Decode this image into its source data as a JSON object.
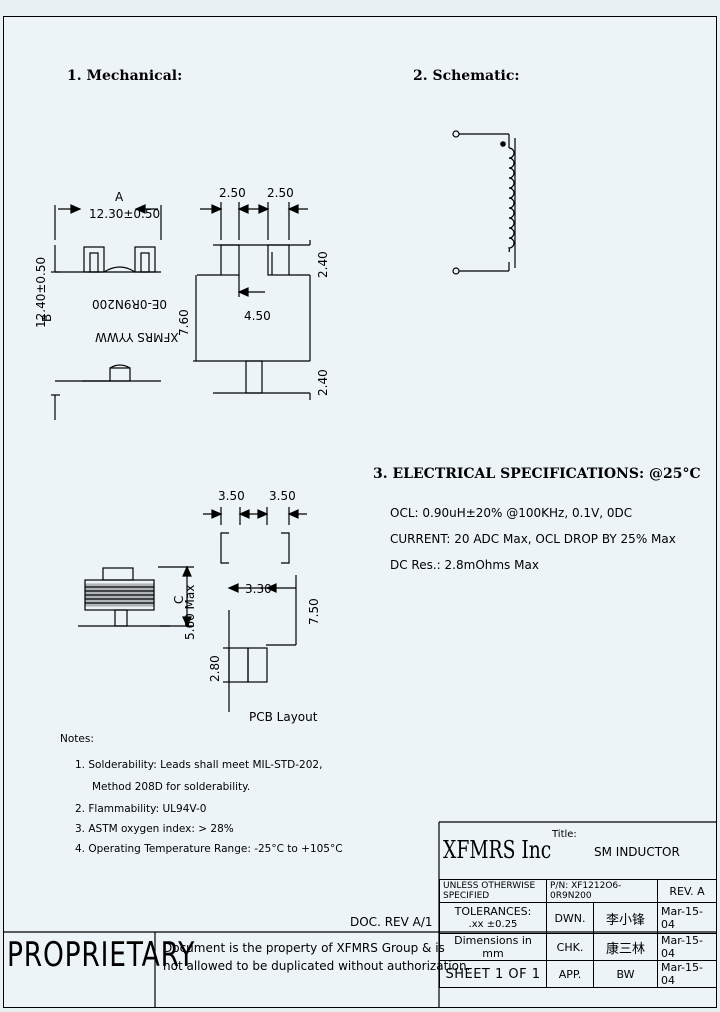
{
  "sections": {
    "mechanical": "1.  Mechanical:",
    "schematic": "2.  Schematic:",
    "electrical": "3.  ELECTRICAL SPECIFICATIONS: @25°C"
  },
  "mechanical_dims": {
    "a_label": "A",
    "a_value": "12.30±0.50",
    "b_label": "B",
    "b_value": "12.40±0.50",
    "c_label": "C",
    "c_value": "5.60 Max",
    "marking_line1": "XFMRS YYWW",
    "marking_line2": "0E-0R9N200",
    "top_left_w": "2.50",
    "top_right_w": "2.50",
    "pad_gap": "4.50",
    "height_760": "7.60",
    "upper_240": "2.40",
    "lower_240": "2.40"
  },
  "pcb": {
    "w_left": "3.50",
    "w_right": "3.50",
    "gap": "3.30",
    "height": "7.50",
    "pad_h": "2.80",
    "caption": "PCB Layout"
  },
  "electrical": {
    "ocl": "OCL: 0.90uH±20% @100KHz, 0.1V, 0DC",
    "current": "CURRENT: 20 ADC Max, OCL DROP BY 25% Max",
    "dcr": "DC Res.: 2.8mOhms Max"
  },
  "notes": {
    "title": "Notes:",
    "items": [
      "1. Solderability: Leads shall meet MIL-STD-202,",
      "Method 208D for solderability.",
      "2. Flammability: UL94V-0",
      "3. ASTM oxygen index: > 28%",
      "4. Operating Temperature Range: -25°C to +105°C"
    ]
  },
  "title_block": {
    "company": "XFMRS Inc",
    "title_label": "Title:",
    "title_value": "SM   INDUCTOR",
    "unless": "UNLESS OTHERWISE SPECIFIED",
    "pn": "P/N: XF1212O6-0R9N200",
    "rev": "REV. A",
    "tolerances": "TOLERANCES:",
    "tol_value": ".xx  ±0.25",
    "dimensions": "Dimensions in mm",
    "sheet": "SHEET  1  OF  1",
    "dwn_label": "DWN.",
    "dwn_sig": "李小锋",
    "dwn_date": "Mar-15-04",
    "chk_label": "CHK.",
    "chk_sig": "康三林",
    "chk_date": "Mar-15-04",
    "app_label": "APP.",
    "app_sig": "BW",
    "app_date": "Mar-15-04"
  },
  "doc_rev": "DOC. REV A/1",
  "proprietary": {
    "label": "PROPRIETARY",
    "line1": "Document is the property of XFMRS Group & is",
    "line2": "not allowed to be duplicated without authorization."
  }
}
